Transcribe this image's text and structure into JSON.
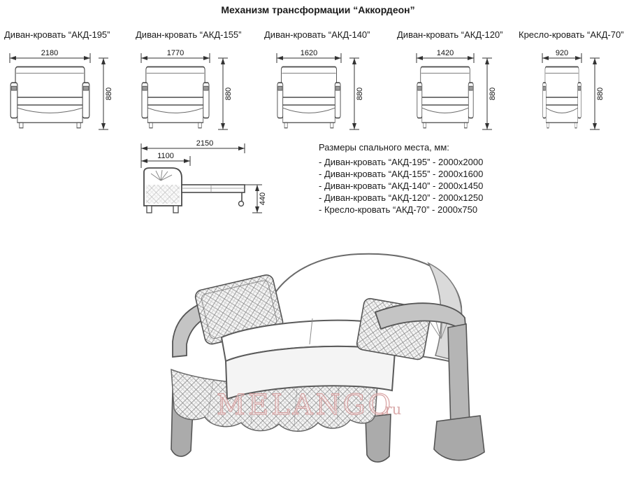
{
  "title": "Механизм трансформации “Аккордеон”",
  "variants": [
    {
      "label": "Диван-кровать “АКД-195”",
      "width": "2180",
      "height": "880"
    },
    {
      "label": "Диван-кровать “АКД-155”",
      "width": "1770",
      "height": "880"
    },
    {
      "label": "Диван-кровать “АКД-140”",
      "width": "1620",
      "height": "880"
    },
    {
      "label": "Диван-кровать “АКД-120”",
      "width": "1420",
      "height": "880"
    },
    {
      "label": "Кресло-кровать “АКД-70”",
      "width": "920",
      "height": "880"
    }
  ],
  "side_view": {
    "total_length": "2150",
    "seat_depth": "1100",
    "bed_height": "440"
  },
  "bed_sizes": {
    "heading": "Размеры спального места, мм:",
    "items": [
      "- Диван-кровать “АКД-195” - 2000х2000",
      "- Диван-кровать “АКД-155” - 2000х1600",
      "- Диван-кровать “АКД-140” - 2000х1450",
      "- Диван-кровать “АКД-120” - 2000х1250",
      "- Кресло-кровать “АКД-70” - 2000х750"
    ]
  },
  "watermark": {
    "main": "MELANGO",
    "suffix": ".ru"
  }
}
